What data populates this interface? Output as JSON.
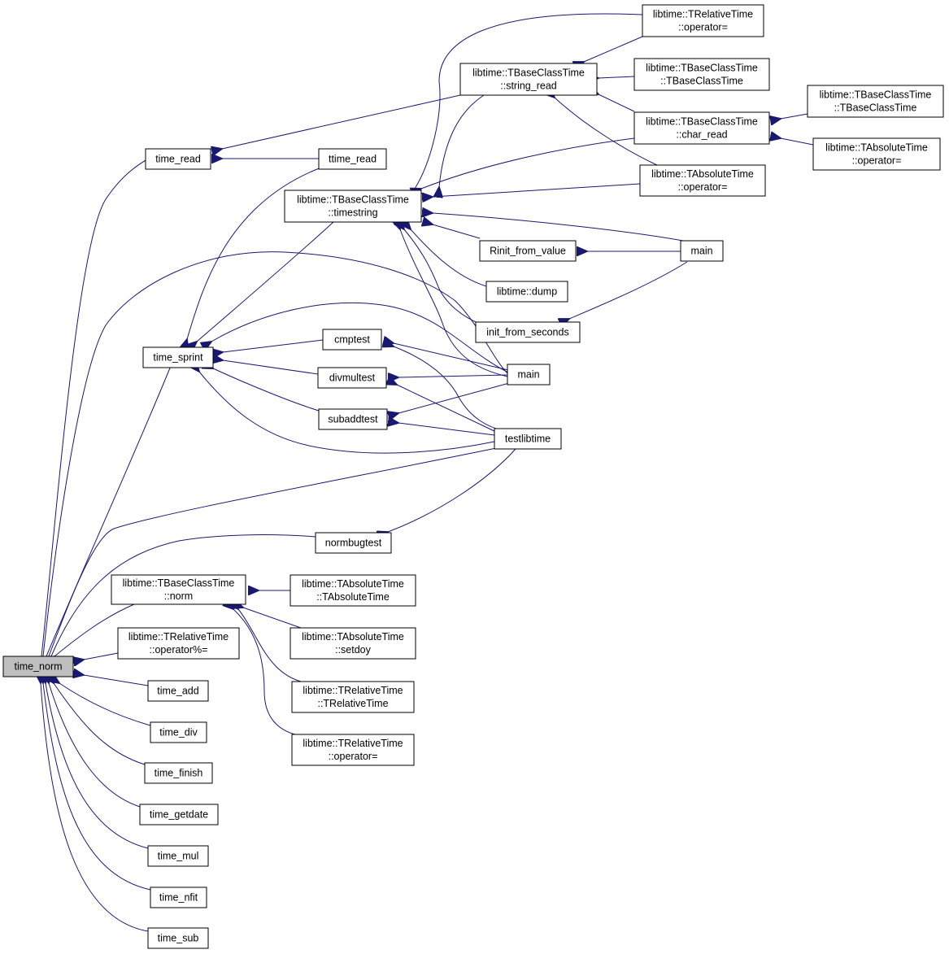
{
  "nodes": {
    "time_norm": [
      "time_norm"
    ],
    "time_read": [
      "time_read"
    ],
    "ttime_read": [
      "ttime_read"
    ],
    "time_sprint": [
      "time_sprint"
    ],
    "tbase_norm": [
      "libtime::TBaseClassTime",
      "::norm"
    ],
    "trel_opmod": [
      "libtime::TRelativeTime",
      "::operator%="
    ],
    "time_add": [
      "time_add"
    ],
    "time_div": [
      "time_div"
    ],
    "time_finish": [
      "time_finish"
    ],
    "time_getdate": [
      "time_getdate"
    ],
    "time_mul": [
      "time_mul"
    ],
    "time_nfit": [
      "time_nfit"
    ],
    "time_sub": [
      "time_sub"
    ],
    "string_read": [
      "libtime::TBaseClassTime",
      "::string_read"
    ],
    "timestring": [
      "libtime::TBaseClassTime",
      "::timestring"
    ],
    "cmptest": [
      "cmptest"
    ],
    "divmultest": [
      "divmultest"
    ],
    "subaddtest": [
      "subaddtest"
    ],
    "normbugtest": [
      "normbugtest"
    ],
    "tabs_ctor": [
      "libtime::TAbsoluteTime",
      "::TAbsoluteTime"
    ],
    "tabs_setdoy": [
      "libtime::TAbsoluteTime",
      "::setdoy"
    ],
    "trel_ctor": [
      "libtime::TRelativeTime",
      "::TRelativeTime"
    ],
    "trel_opeq2": [
      "libtime::TRelativeTime",
      "::operator="
    ],
    "trel_opeq": [
      "libtime::TRelativeTime",
      "::operator="
    ],
    "tbase_ctor": [
      "libtime::TBaseClassTime",
      "::TBaseClassTime"
    ],
    "char_read": [
      "libtime::TBaseClassTime",
      "::char_read"
    ],
    "tabs_opeq": [
      "libtime::TAbsoluteTime",
      "::operator="
    ],
    "rinit": [
      "Rinit_from_value"
    ],
    "dump": [
      "libtime::dump"
    ],
    "init_sec": [
      "init_from_seconds"
    ],
    "main1": [
      "main"
    ],
    "main2": [
      "main"
    ],
    "testlibtime": [
      "testlibtime"
    ],
    "tbase_ctor2": [
      "libtime::TBaseClassTime",
      "::TBaseClassTime"
    ],
    "tabs_opeq2": [
      "libtime::TAbsoluteTime",
      "::operator="
    ]
  },
  "colors": {
    "edge": "#191970",
    "root_fill": "#bfbfbf",
    "node_fill": "#ffffff",
    "border": "#000000"
  }
}
